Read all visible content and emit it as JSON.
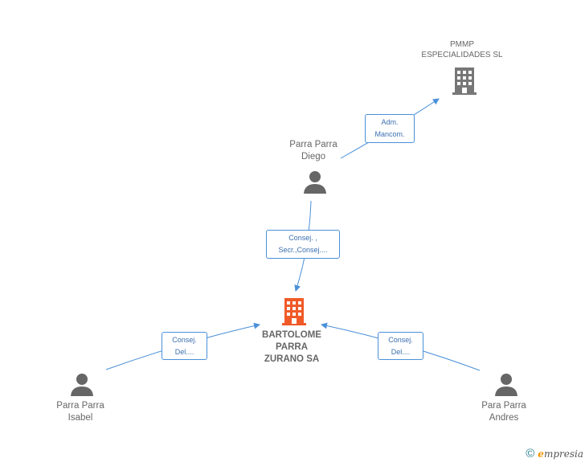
{
  "nodes": {
    "pmmp": {
      "line1": "PMMP",
      "line2": "ESPECIALIDADES SL"
    },
    "diego": {
      "line1": "Parra Parra",
      "line2": "Diego"
    },
    "bartolome": {
      "line1": "BARTOLOME",
      "line2": "PARRA",
      "line3": "ZURANO SA"
    },
    "isabel": {
      "line1": "Parra Parra",
      "line2": "Isabel"
    },
    "andres": {
      "line1": "Para Parra",
      "line2": "Andres"
    }
  },
  "relations": {
    "adm": {
      "line1": "Adm.",
      "line2": "Mancom."
    },
    "consej_diego": {
      "line1": "Consej. ,",
      "line2": "Secr.,Consej...."
    },
    "consej_isabel": {
      "line1": "Consej.",
      "line2": "Del...."
    },
    "consej_andres": {
      "line1": "Consej.",
      "line2": "Del...."
    }
  },
  "colors": {
    "edge": "#4a90d9",
    "main_company": "#f05a28",
    "company": "#777777",
    "person": "#666666"
  },
  "footer": {
    "copyright": "©",
    "brand_e": "e",
    "brand_rest": "mpresia"
  }
}
